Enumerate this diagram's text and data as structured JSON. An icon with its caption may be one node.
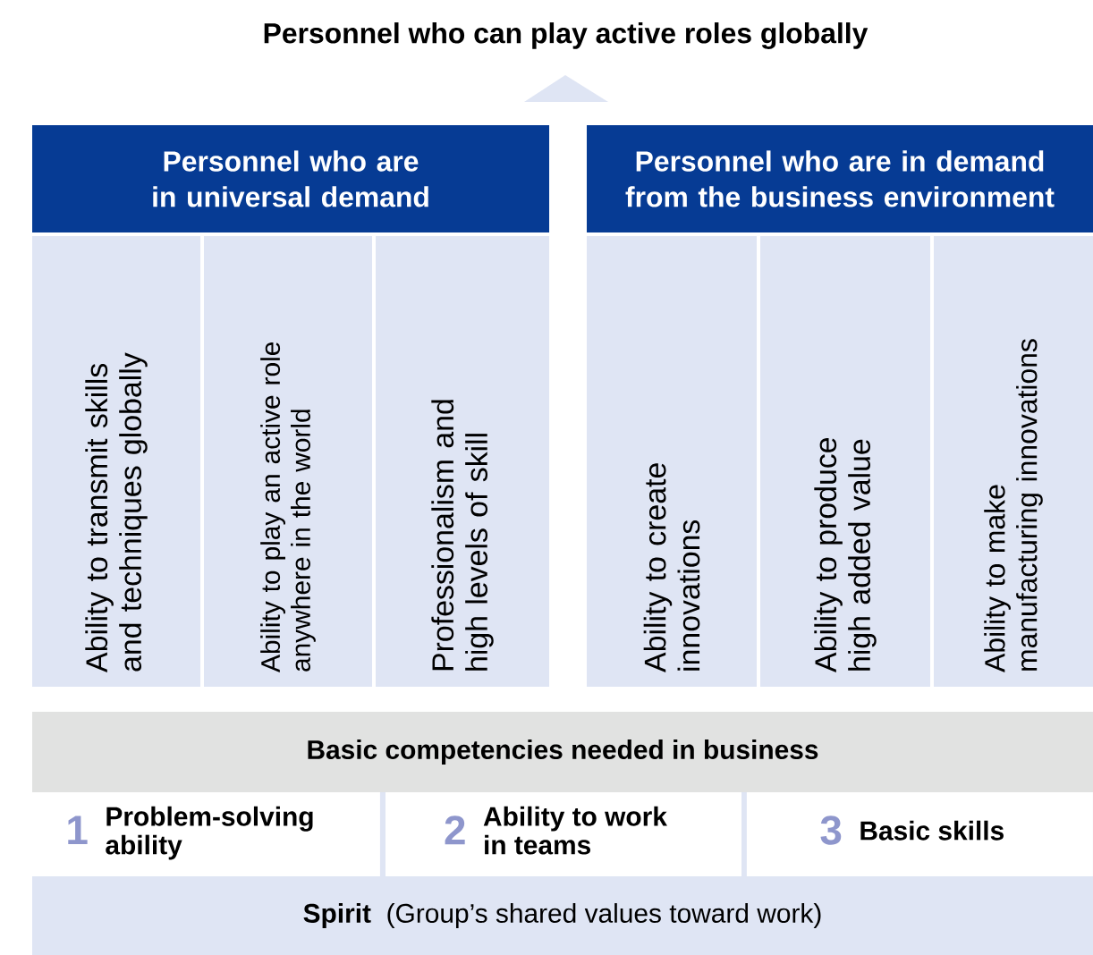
{
  "diagram": {
    "title": "Personnel who can play active roles globally",
    "nodes": [
      {
        "text": [
          "Personnel who are in universal demand"
        ]
      },
      {
        "text": [
          "Personnel who are in demand from the business environment"
        ]
      },
      {
        "text": [
          "Ability to transmit skills and techniques globally"
        ]
      },
      {
        "text": [
          "Ability to play an active role anywhere in the world"
        ]
      },
      {
        "text": [
          "Professionalism and high levels of skill"
        ]
      },
      {
        "text": [
          "Ability to create innovations"
        ]
      },
      {
        "text": [
          "Ability to produce high added value"
        ]
      },
      {
        "text": [
          "Ability to make manufacturing innovations"
        ]
      },
      {
        "text": [
          "Basic competencies needed in business"
        ]
      },
      {
        "text": [
          "1",
          "Problem-solving ability"
        ]
      },
      {
        "text": [
          "2",
          "Ability to work in teams"
        ]
      },
      {
        "text": [
          "3",
          "Basic skills"
        ]
      },
      {
        "text": [
          "Spirit",
          "(Group’s shared values toward work)"
        ]
      }
    ]
  }
}
